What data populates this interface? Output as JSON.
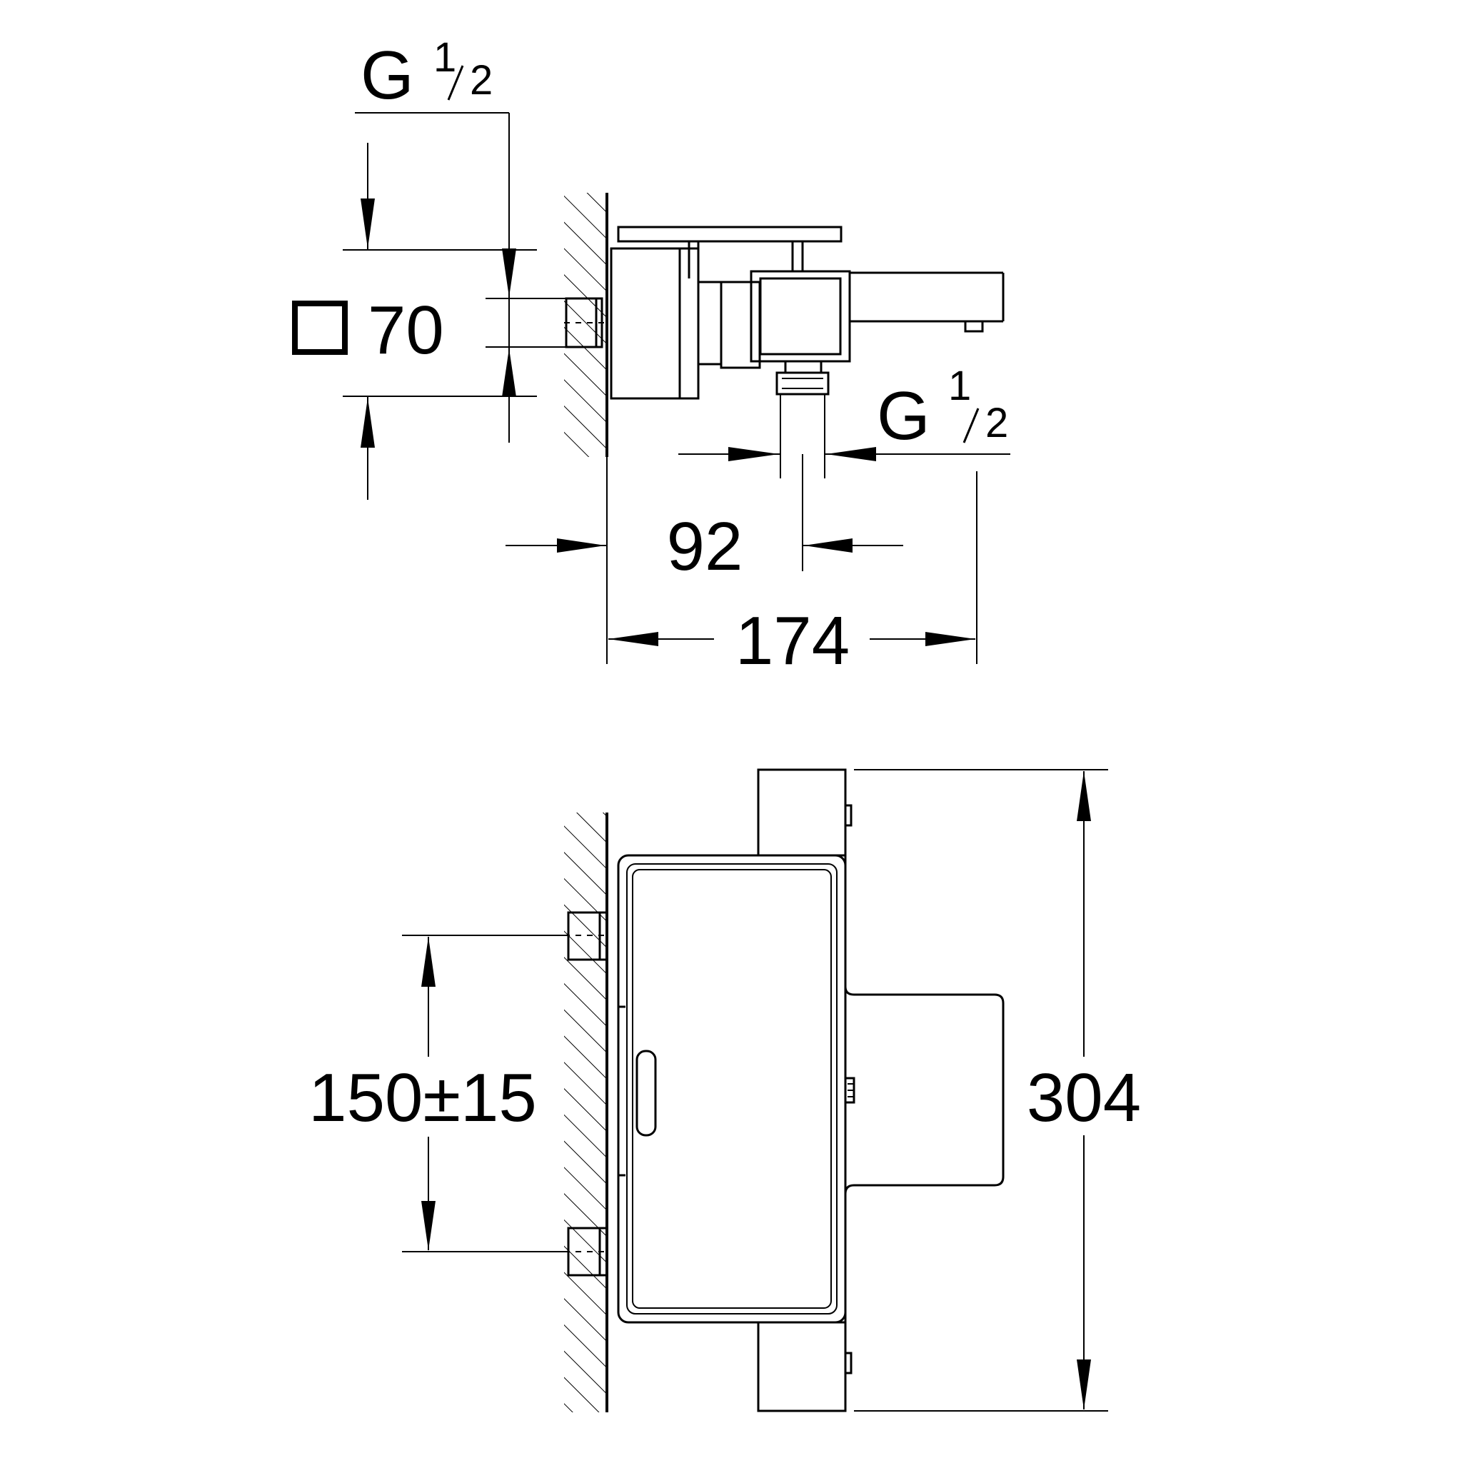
{
  "side_view": {
    "inlet_thread": {
      "prefix": "G",
      "num": "1",
      "den": "2"
    },
    "square_size": "70",
    "outlet_thread": {
      "prefix": "G",
      "num": "1",
      "den": "2"
    },
    "outlet_offset": "92",
    "projection": "174"
  },
  "front_view": {
    "inlet_spacing": "150±15",
    "height": "304"
  },
  "colors": {
    "line": "#000000",
    "background": "#ffffff"
  }
}
